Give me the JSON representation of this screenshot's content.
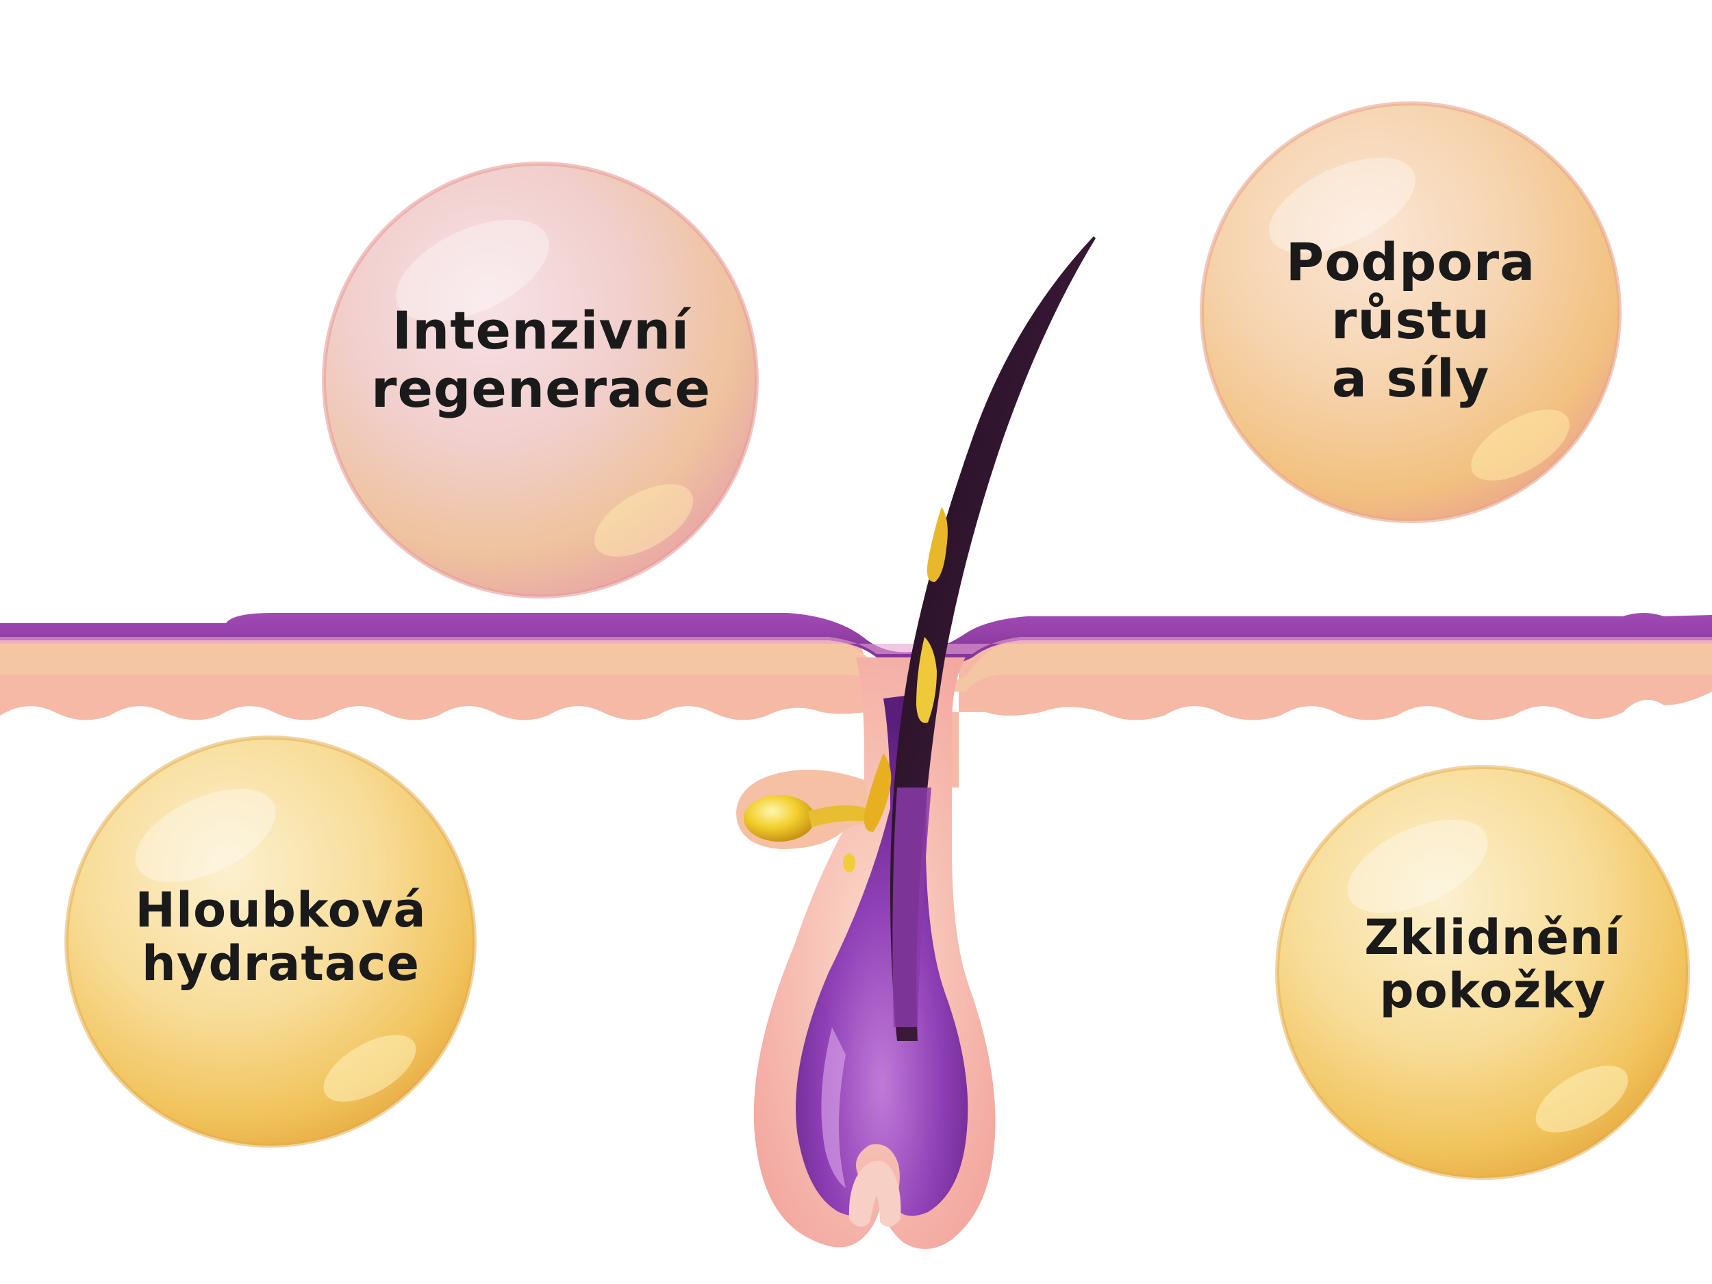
{
  "bubbles": {
    "regeneration": {
      "line1": "Intenzivní",
      "line2": "regenerace"
    },
    "growth": {
      "line1": "Podpora",
      "line2": "růstu",
      "line3": "a síly"
    },
    "hydration": {
      "line1": "Hloubková",
      "line2": "hydratace"
    },
    "soothing": {
      "line1": "Zklidnění",
      "line2": "pokožky"
    }
  },
  "colors": {
    "background": "#ffffff",
    "skin_surface": "#8e3fa0",
    "skin_layer": "#f3b59a",
    "skin_dermis": "#f6c8b5",
    "follicle_purple": "#7a2a9a",
    "hair_dark": "#2a1420",
    "oil_gold": "#e8b820",
    "bubble_pink": "#f2c7c4",
    "bubble_gold": "#f6d68a"
  }
}
